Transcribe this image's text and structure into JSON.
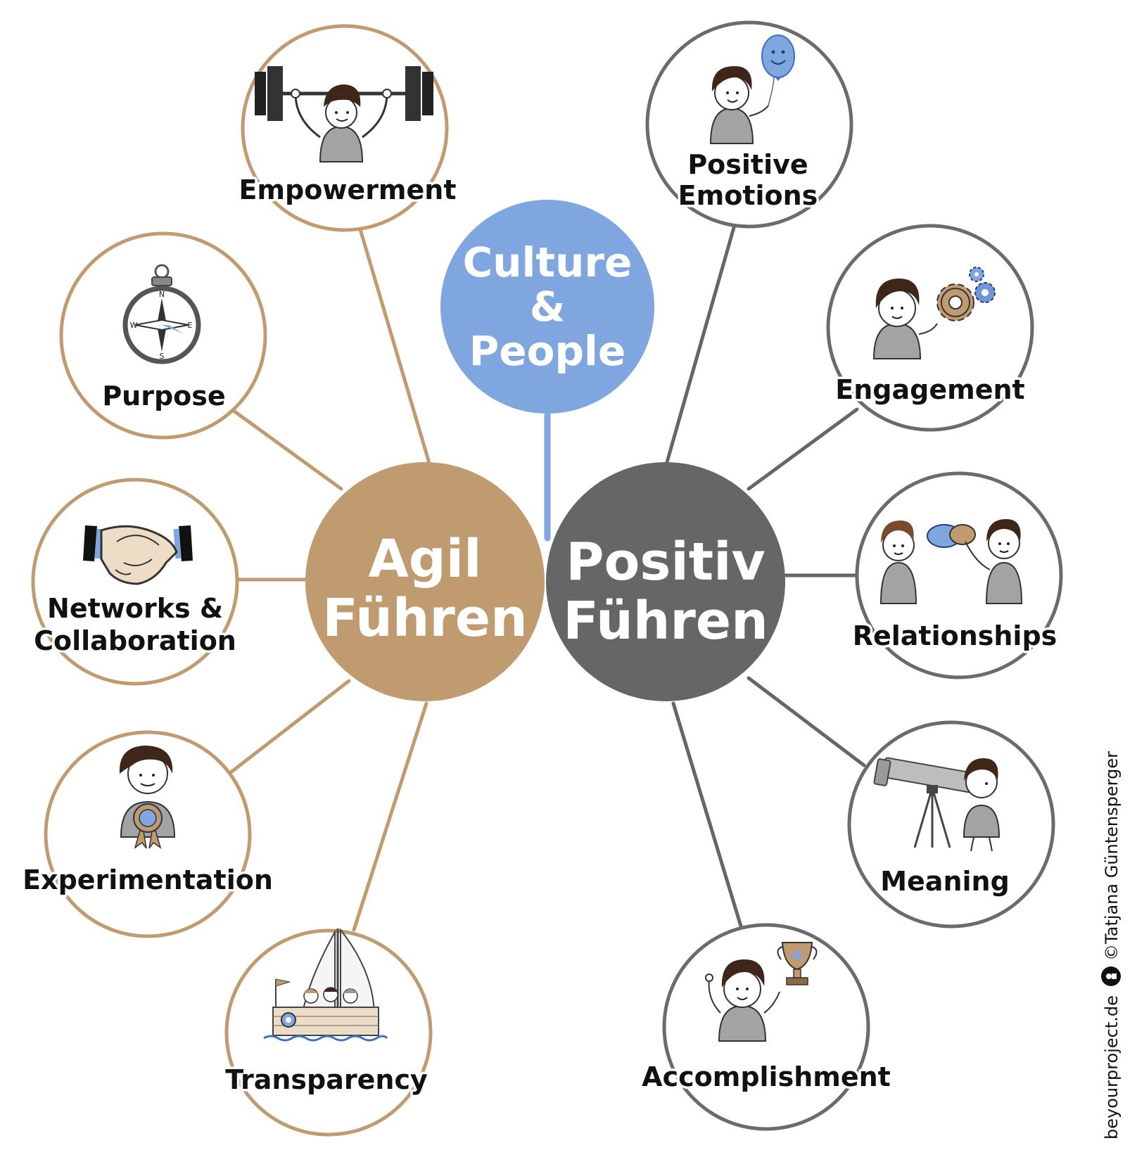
{
  "colors": {
    "agil": "#bf9b6f",
    "positiv": "#666666",
    "culture": "#7fa6df",
    "positiv_ring": "#6b6b6b",
    "text_dark": "#111111",
    "person_grey": "#a3a3a3",
    "hair": "#3e2719",
    "accent_blue": "#6f96d6"
  },
  "hubs": {
    "culture": {
      "lines": [
        "Culture",
        "&",
        "People"
      ]
    },
    "agil": {
      "lines": [
        "Agil",
        "Führen"
      ]
    },
    "positiv": {
      "lines": [
        "Positiv",
        "Führen"
      ]
    }
  },
  "left_nodes": [
    {
      "label_lines": [
        "Empowerment"
      ],
      "icon": "weightlifter-icon"
    },
    {
      "label_lines": [
        "Purpose"
      ],
      "icon": "compass-icon",
      "compass_letters": [
        "N",
        "E",
        "S",
        "W"
      ]
    },
    {
      "label_lines": [
        "Networks &",
        "Collaboration"
      ],
      "icon": "handshake-icon"
    },
    {
      "label_lines": [
        "Experimentation"
      ],
      "icon": "award-rosette-icon"
    },
    {
      "label_lines": [
        "Transparency"
      ],
      "icon": "sailboat-icon"
    }
  ],
  "right_nodes": [
    {
      "label_lines": [
        "Positive",
        "Emotions"
      ],
      "icon": "balloon-icon"
    },
    {
      "label_lines": [
        "Engagement"
      ],
      "icon": "gears-icon"
    },
    {
      "label_lines": [
        "Relationships"
      ],
      "icon": "two-people-handshake-icon"
    },
    {
      "label_lines": [
        "Meaning"
      ],
      "icon": "telescope-icon"
    },
    {
      "label_lines": [
        "Accomplishment"
      ],
      "icon": "trophy-icon"
    }
  ],
  "credit": {
    "website": "beyourproject.de",
    "author": "©Tatjana Güntensperger"
  }
}
